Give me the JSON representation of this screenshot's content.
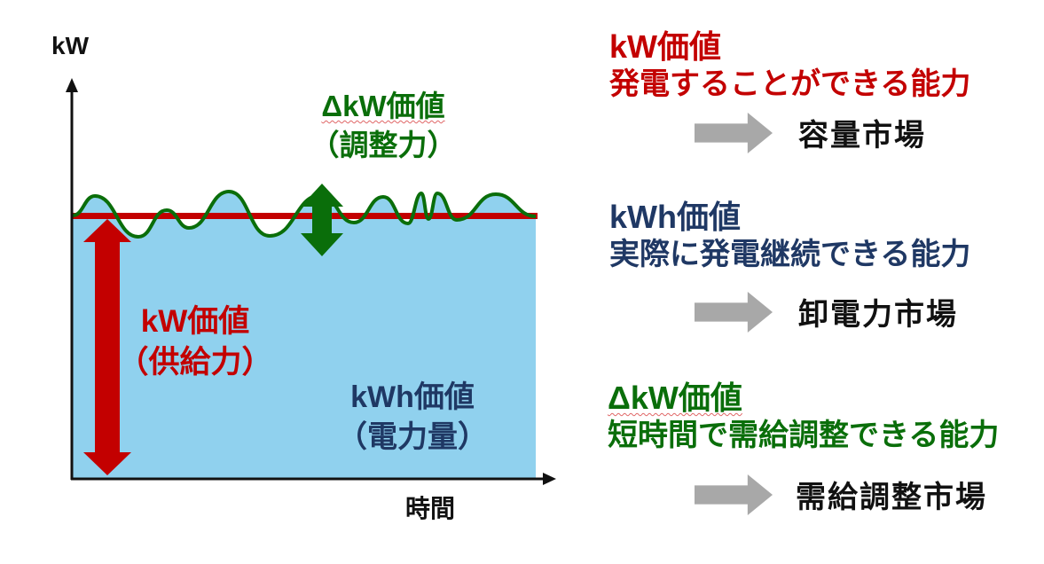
{
  "colors": {
    "red": "#C30000",
    "green": "#0A6E0A",
    "navy": "#1F3864",
    "light_blue": "#90D1EE",
    "gray_arrow": "#A8A8A8",
    "black": "#111111"
  },
  "chart": {
    "y_axis_label": "kW",
    "x_axis_label": "時間",
    "delta_kw_label": {
      "line1": "ΔkW価値",
      "line2": "（調整力）"
    },
    "kw_label": {
      "line1": "kW価値",
      "line2": "（供給力）"
    },
    "kwh_label": {
      "line1": "kWh価値",
      "line2": "（電力量）"
    }
  },
  "value_blocks": [
    {
      "title": "kW価値",
      "description": "発電することができる能力",
      "market": "容量市場"
    },
    {
      "title": "kWh価値",
      "description": "実際に発電継続できる能力",
      "market": "卸電力市場"
    },
    {
      "title": "ΔkW価値",
      "description": "短時間で需給調整できる能力",
      "market": "需給調整市場"
    }
  ]
}
